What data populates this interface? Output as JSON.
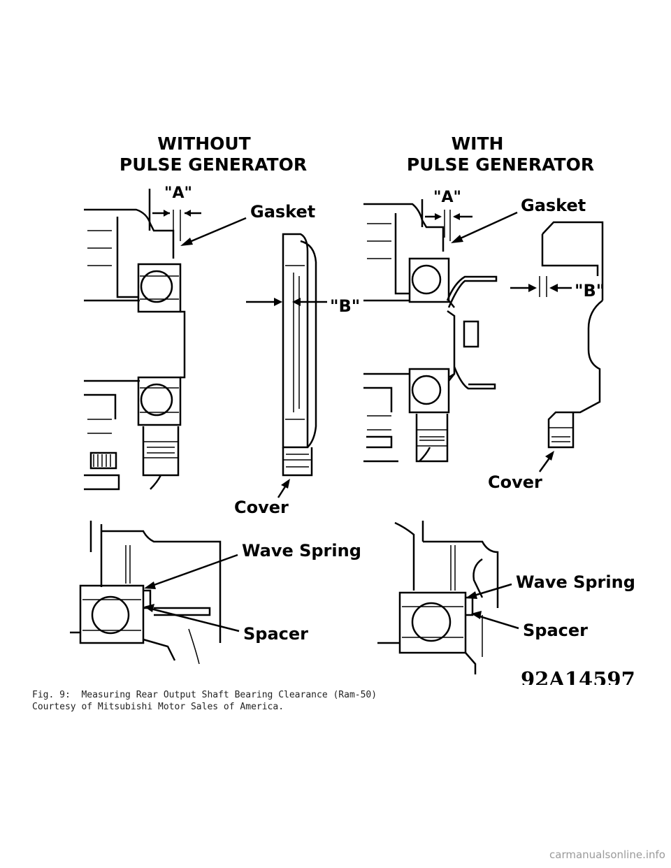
{
  "diagram": {
    "left_panel": {
      "title_line1": "WITHOUT",
      "title_line2": "PULSE GENERATOR",
      "label_a": "\"A\"",
      "label_gasket": "Gasket",
      "label_b": "\"B\"",
      "label_cover": "Cover"
    },
    "right_panel": {
      "title_line1": "WITH",
      "title_line2": "PULSE GENERATOR",
      "label_a": "\"A\"",
      "label_gasket": "Gasket",
      "label_b": "\"B\"",
      "label_cover": "Cover"
    },
    "bottom_left": {
      "label_wave_spring": "Wave Spring",
      "label_spacer": "Spacer"
    },
    "bottom_right": {
      "label_wave_spring": "Wave Spring",
      "label_spacer": "Spacer"
    },
    "figure_id": "92A14597"
  },
  "caption": {
    "line1": "Fig. 9:  Measuring Rear Output Shaft Bearing Clearance (Ram-50)",
    "line2": "Courtesy of Mitsubishi Motor Sales of America."
  },
  "watermark": "carmanualsonline.info"
}
